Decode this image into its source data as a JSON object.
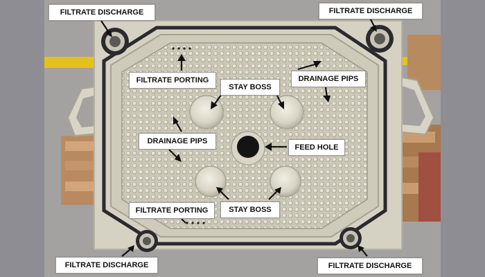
{
  "labels": {
    "filtrate_discharge_top_left": "FILTRATE DISCHARGE",
    "filtrate_discharge_top_right": "FILTRATE DISCHARGE",
    "filtrate_porting_top": "FILTRATE PORTING",
    "stay_boss_top": "STAY BOSS",
    "drainage_pips_right": "DRAINAGE PIPS",
    "drainage_pips_left": "DRAINAGE PIPS",
    "feed_hole": "FEED HOLE",
    "filtrate_porting_bottom": "FILTRATE PORTING",
    "stay_boss_bottom": "STAY BOSS",
    "filtrate_discharge_bottom_left": "FILTRATE DISCHARGE",
    "filtrate_discharge_bottom_right": "FILTRATE DISCHARGE"
  },
  "colors": {
    "plate": "#d6d2c3",
    "plate_gasket": "#2a2a2e",
    "pallet_wood": "#b98a62",
    "floor": "#9a9a98",
    "wall": "#8e8d94",
    "stripe": "#e3c21b"
  }
}
